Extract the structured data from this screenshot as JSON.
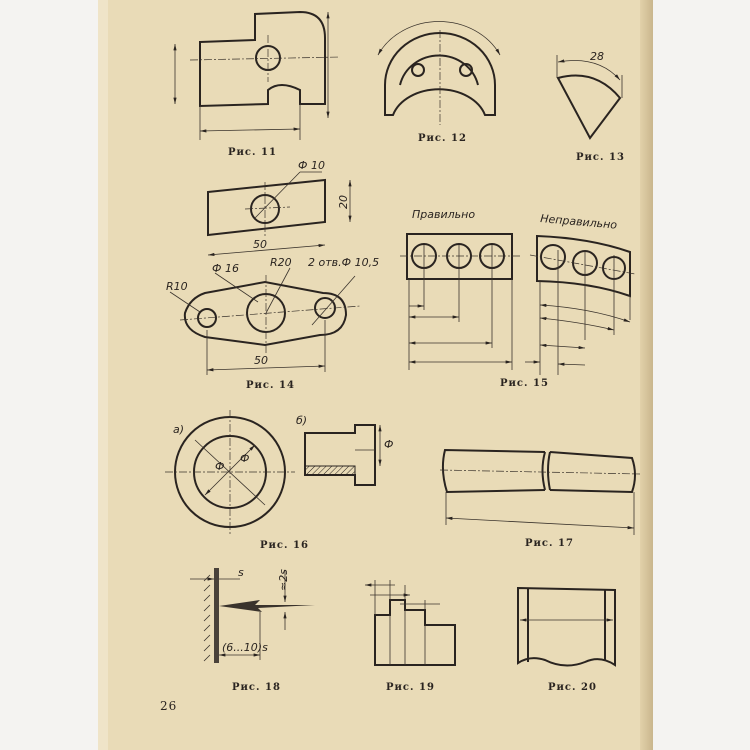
{
  "figures": {
    "fig11": {
      "caption": "Рис. 11"
    },
    "fig12": {
      "caption": "Рис. 12"
    },
    "fig13": {
      "caption": "Рис. 13",
      "arc_dim": "28"
    },
    "fig14": {
      "caption": "Рис. 14",
      "d_hole": "Ф 10",
      "height": "20",
      "width_top": "50",
      "radius_end": "R10",
      "d_center": "Ф 16",
      "radius_center": "R20",
      "holes": "2 отв.Ф 10,5",
      "width_bottom": "50"
    },
    "fig15": {
      "caption": "Рис. 15",
      "correct": "Правильно",
      "incorrect": "Неправильно"
    },
    "fig16": {
      "caption": "Рис. 16",
      "part_a": "а)",
      "part_b": "б)",
      "dia_a1": "Ф",
      "dia_a2": "Ф",
      "dia_b": "Ф"
    },
    "fig17": {
      "caption": "Рис. 17"
    },
    "fig18": {
      "caption": "Рис. 18",
      "s": "s",
      "approx_2s": "≈2s",
      "range": "(6...10)s"
    },
    "fig19": {
      "caption": "Рис. 19"
    },
    "fig20": {
      "caption": "Рис. 20"
    }
  },
  "page_number": "26"
}
